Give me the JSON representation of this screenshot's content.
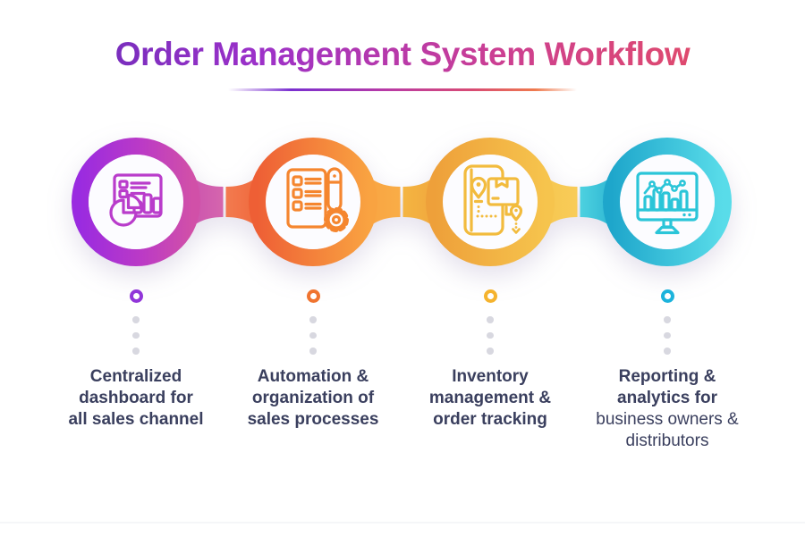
{
  "title": "Order Management System Workflow",
  "palette": {
    "background": "#ffffff",
    "label_text": "#3a3f5e",
    "gray_dot": "#d8d8e0",
    "title_gradient": [
      "#5e2bb4",
      "#9c31c9",
      "#cc3f92",
      "#ea5058"
    ],
    "divider_gradient": [
      "#7a2fd0",
      "#b83aa6",
      "#d84b74",
      "#ef7a4e"
    ]
  },
  "steps": [
    {
      "icon": "dashboard-analytics-icon",
      "ring_gradient": [
        "#9a2be0",
        "#d150a8"
      ],
      "icon_color": "#b93ccb",
      "dot_color": "#9136d9",
      "lines": [
        "Centralized",
        "dashboard for",
        "all sales channel"
      ]
    },
    {
      "icon": "checklist-gear-icon",
      "ring_gradient": [
        "#ee5f35",
        "#f9a341"
      ],
      "icon_color": "#f5862f",
      "dot_color": "#f07430",
      "lines": [
        "Automation &",
        "organization of",
        "sales processes"
      ]
    },
    {
      "icon": "package-tracking-icon",
      "ring_gradient": [
        "#eea03a",
        "#f6c44d"
      ],
      "icon_color": "#f2bb3d",
      "dot_color": "#f5b32e",
      "lines": [
        "Inventory",
        "management &",
        "order tracking"
      ]
    },
    {
      "icon": "monitor-analytics-icon",
      "ring_gradient": [
        "#1ea6cb",
        "#59dce9"
      ],
      "icon_color": "#2bc5d8",
      "dot_color": "#1cb3dc",
      "lines": [
        "Reporting &",
        "analytics for",
        "business owners &",
        "distributors"
      ]
    }
  ]
}
